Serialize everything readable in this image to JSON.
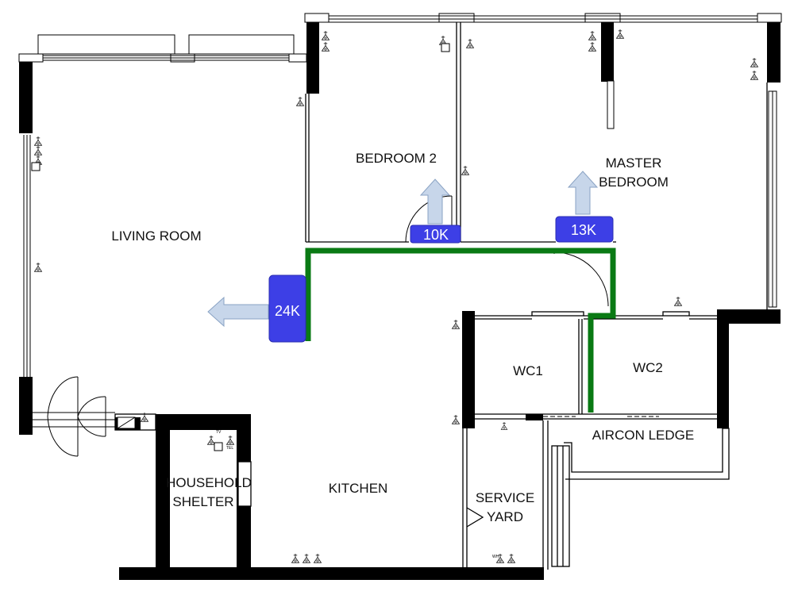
{
  "rooms": {
    "bedroom2": "BEDROOM 2",
    "master_line1": "MASTER",
    "master_line2": "BEDROOM",
    "living": "LIVING ROOM",
    "wc1": "WC1",
    "wc2": "WC2",
    "aircon_ledge": "AIRCON LEDGE",
    "shelter_line1": "HOUSEHOLD",
    "shelter_line2": "SHELTER",
    "kitchen": "KITCHEN",
    "service_line1": "SERVICE",
    "service_line2": "YARD"
  },
  "aircon_units": {
    "living": "24K",
    "bedroom2": "10K",
    "master": "13K"
  },
  "fixture_labels": {
    "tv": "TV",
    "tel": "TEL",
    "wh": "WH"
  },
  "colors": {
    "wall": "#000000",
    "pipe_route": "#0a7a14",
    "aircon_unit": "#3d3fe6",
    "airflow_arrow": "#c7d6ea"
  }
}
